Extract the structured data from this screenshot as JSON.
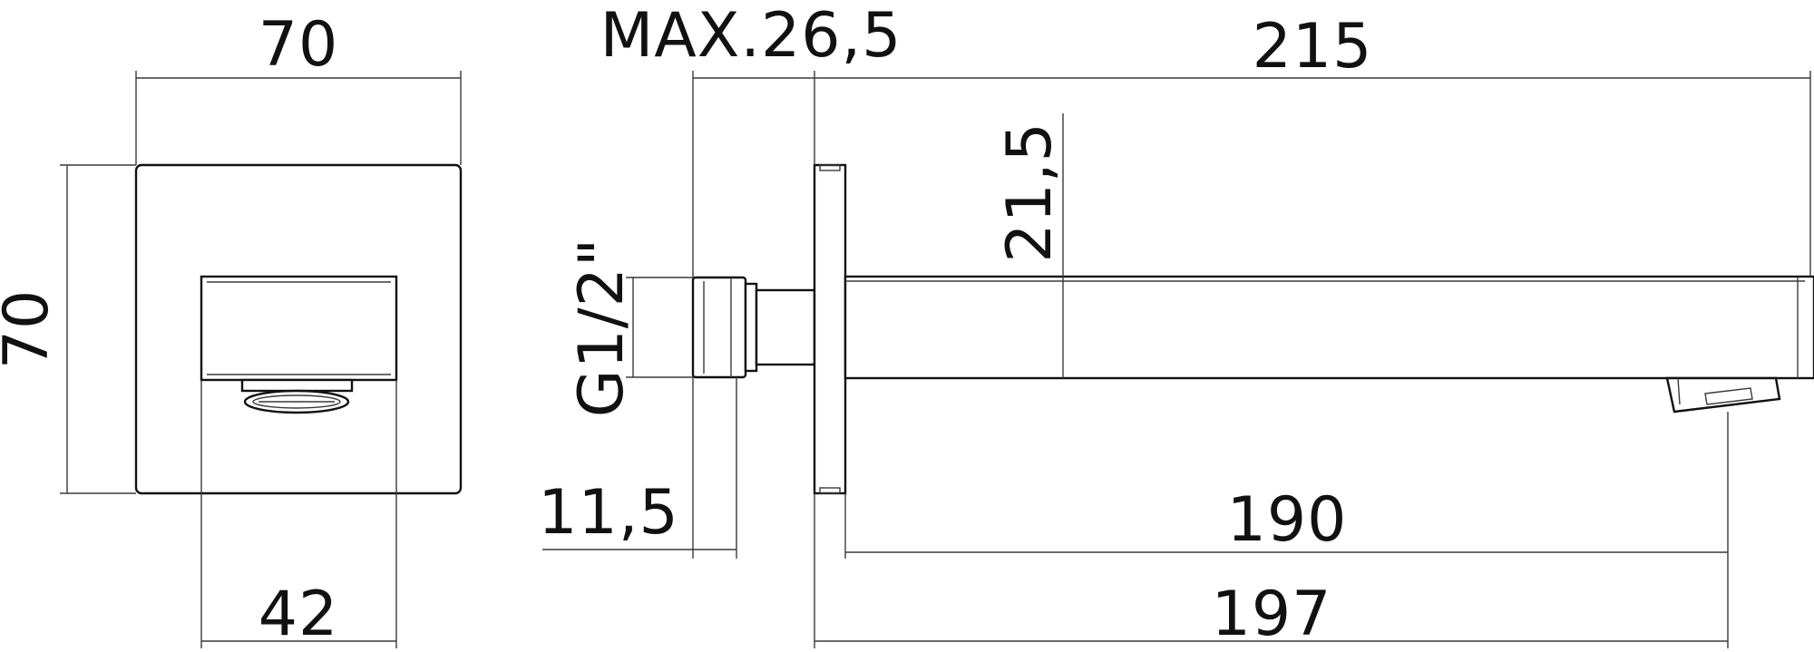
{
  "dimensions": {
    "front_width": "70",
    "front_height": "70",
    "outlet_width": "42",
    "wall_thickness_max": "MAX.26,5",
    "thread": "G1/2\"",
    "thread_offset": "11,5",
    "spout_height": "21,5",
    "overall_length": "215",
    "outlet_distance": "190",
    "projection_length": "197"
  },
  "colors": {
    "line": "#111111",
    "background": "#ffffff"
  }
}
